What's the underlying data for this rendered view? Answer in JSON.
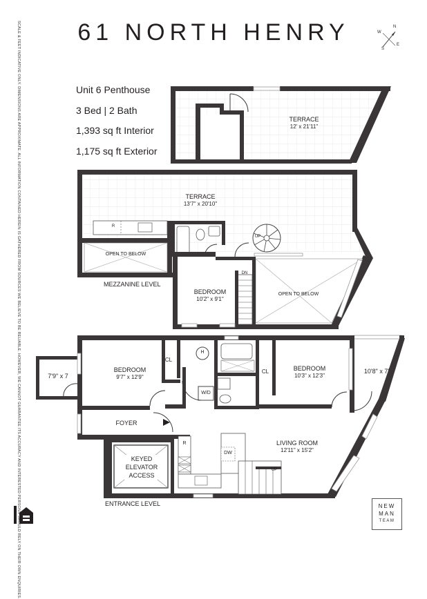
{
  "title": "61 NORTH HENRY",
  "unit": {
    "name": "Unit 6 Penthouse",
    "beds_baths": "3 Bed | 2 Bath",
    "interior": "1,393 sq ft Interior",
    "exterior": "1,175 sq ft Exterior"
  },
  "disclaimer": "SCALE & FEET INDICATIVE ONLY. DIMENSIONS ARE APPROXIMATE. ALL INFORMATION CONTAINED HEREIN IS GATHERED FROM SOURCES WE BELIEVE TO BE RELIABLE. HOWEVER, WE CANNOT GUARANTEE ITS ACCURACY AND INTERESTED PERSONS SHOULD RELY ON THEIR OWN ENQUIRIES.",
  "rooms": {
    "roof_terrace": {
      "name": "TERRACE",
      "dims": "12' x 21'11\""
    },
    "terrace": {
      "name": "TERRACE",
      "dims": "13'7\" x 20'10\""
    },
    "open_below_1": "OPEN TO BELOW",
    "open_below_2": "OPEN TO BELOW",
    "mezz_bedroom": {
      "name": "BEDROOM",
      "dims": "10'2\" x 9'1\""
    },
    "bedroom_left": {
      "name": "BEDROOM",
      "dims": "9'7\" x 12'9\""
    },
    "bedroom_right": {
      "name": "BEDROOM",
      "dims": "10'3\" x 12'3\""
    },
    "balcony_left": "7'9\" x 7",
    "balcony_right": "10'8\" x 7'",
    "foyer": "FOYER",
    "elevator": "KEYED ELEVATOR ACCESS",
    "living": {
      "name": "LIVING ROOM",
      "dims": "12'11\" x 15'2\""
    }
  },
  "fixtures": {
    "r1": "R",
    "r2": "R",
    "up1": "UP",
    "up2": "UP",
    "dn": "DN",
    "cl1": "CL",
    "cl2": "CL",
    "wd": "W/D",
    "h": "H",
    "dw": "DW"
  },
  "levels": {
    "mezzanine": "MEZZANINE LEVEL",
    "entrance": "ENTRANCE LEVEL"
  },
  "logo": {
    "line1": "NEW",
    "line2": "MAN",
    "line3": "TEAM"
  },
  "compass": {
    "n": "N",
    "e": "E",
    "s": "S",
    "w": "W"
  }
}
